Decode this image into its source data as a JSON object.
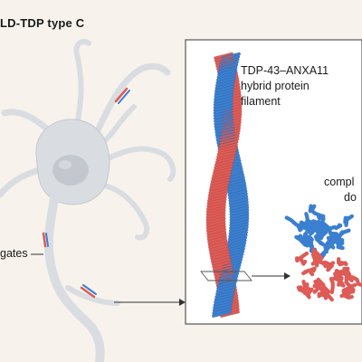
{
  "title": "LD-TDP type C",
  "labels": {
    "aggregates": "gates",
    "filament_line1": "TDP-43–ANXA11",
    "filament_line2": "hybrid protein",
    "filament_line3": "filament",
    "complex_line1": "compl",
    "complex_line2": "do"
  },
  "colors": {
    "background": "#f7f3ec",
    "neuron": "#d9dde2",
    "neuron_edge": "#b8bec6",
    "nucleus": "#c3c8ce",
    "blue_protein": "#3b7fd0",
    "red_protein": "#de5b56",
    "panel_border": "#555555",
    "panel_fill": "#ffffff"
  }
}
